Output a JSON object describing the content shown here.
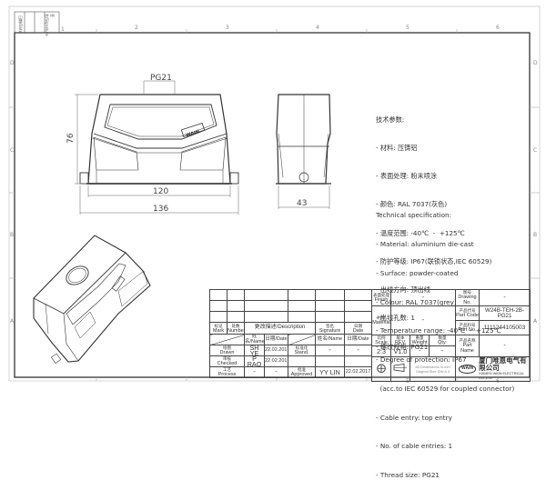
{
  "sheet": {
    "border_color": "#333333",
    "ruler_top": [
      "1",
      "2",
      "3",
      "4",
      "5",
      "6"
    ],
    "ruler_side": [
      "D",
      "C",
      "B",
      "A"
    ],
    "corner_labels": [
      "日期/Date",
      "签名/Signature"
    ]
  },
  "views": {
    "front": {
      "dim_thread": "PG21",
      "dim_height": "76",
      "dim_inner_width": "120",
      "dim_outer_width": "136",
      "logo": "WAIN"
    },
    "side": {
      "dim_depth": "43"
    },
    "iso": {
      "logo": "WAIN"
    }
  },
  "spec_cn": {
    "title": "技术参数:",
    "items": [
      "- 材料: 压铸铝",
      "- 表面处理: 粉末喷涂",
      "- 颜色: RAL 7037(灰色)",
      "- 温度范围: -40℃  -  +125℃",
      "- 防护等级: IP67(联锁状态,IEC 60529)",
      "- 出线方向: 顶出线",
      "- 出线孔数: 1",
      "- 螺纹规格: PG21"
    ]
  },
  "spec_en": {
    "title": "Technical specification:",
    "items": [
      "- Material: aluminium die-cast",
      "- Surface: powder-coated",
      "- Colour: RAL 7037(grey)",
      "- Temperature range: -40℃  -  +125℃",
      "- Degree of protection: IP67",
      "  (acc.to IEC 60529 for coupled connector)",
      "- Cable entry: top entry",
      "- No. of cable entries: 1",
      "- Thread size: PG21"
    ]
  },
  "title_block": {
    "rev_headers": {
      "mark_cn": "标记",
      "mark_en": "Mark",
      "number_cn": "处数",
      "number_en": "Number",
      "description": "更改描述/Description",
      "signature_cn": "签名",
      "signature_en": "Signature",
      "date_cn": "日期",
      "date_en": "Date"
    },
    "name_header": "姓名/Name",
    "date_header": "日期/Date",
    "name_header2": "姓名/Name",
    "date_header2": "日期/Date",
    "drawn": {
      "label_cn": "绘图",
      "label_en": "Drawn",
      "name": "SH YE",
      "date": "22.02.2017"
    },
    "checked": {
      "label_cn": "审核",
      "label_en": "Checked",
      "name": "P RAO",
      "date": "22.02.2017"
    },
    "process": {
      "label_cn": "工艺",
      "label_en": "Process",
      "name": "-",
      "date": "-"
    },
    "stand": {
      "label_cn": "标准化",
      "label_en": "Stand.",
      "name": "-",
      "date": "-"
    },
    "approved": {
      "label_cn": "批准",
      "label_en": "Approved",
      "name": "YY LIN",
      "date": "22.02.2017"
    },
    "finish": {
      "label_cn": "表面处理",
      "label_en": "Finish",
      "value": "-"
    },
    "material": {
      "label_cn": "材料",
      "label_en": "Material",
      "value": "-"
    },
    "scale": {
      "label_cn": "比例",
      "label_en": "Scale",
      "value": "2:3"
    },
    "rev": {
      "label_cn": "版本",
      "label_en": "REV.",
      "value": "V1.0"
    },
    "weight": {
      "label_cn": "重量",
      "label_en": "Weight",
      "value": "-"
    },
    "qty": {
      "label_cn": "数量",
      "label_en": "Qty.",
      "value": "-"
    },
    "drawing_no": {
      "label_cn": "图号",
      "label_en": "Drawing No.",
      "value": "-"
    },
    "part_code": {
      "label_cn": "产品代号",
      "label_en": "Part Code",
      "value": "W24B-TEH-2B-PG21"
    },
    "part_no": {
      "label_cn": "产品料号",
      "label_en": "Part No.",
      "value": "1111244105003"
    },
    "part_name": {
      "label_cn": "产品名称",
      "label_en": "Part Name",
      "value": "-"
    },
    "dim_note_1": "All Dimensions in mm",
    "dim_note_2": "Original Size DIN A 4",
    "company_logo": "WAIN",
    "company_cn": "厦门唯恩电气有限公司",
    "company_en": "XIAMEN WAIN ELECTRICAL CO.,LTD"
  }
}
